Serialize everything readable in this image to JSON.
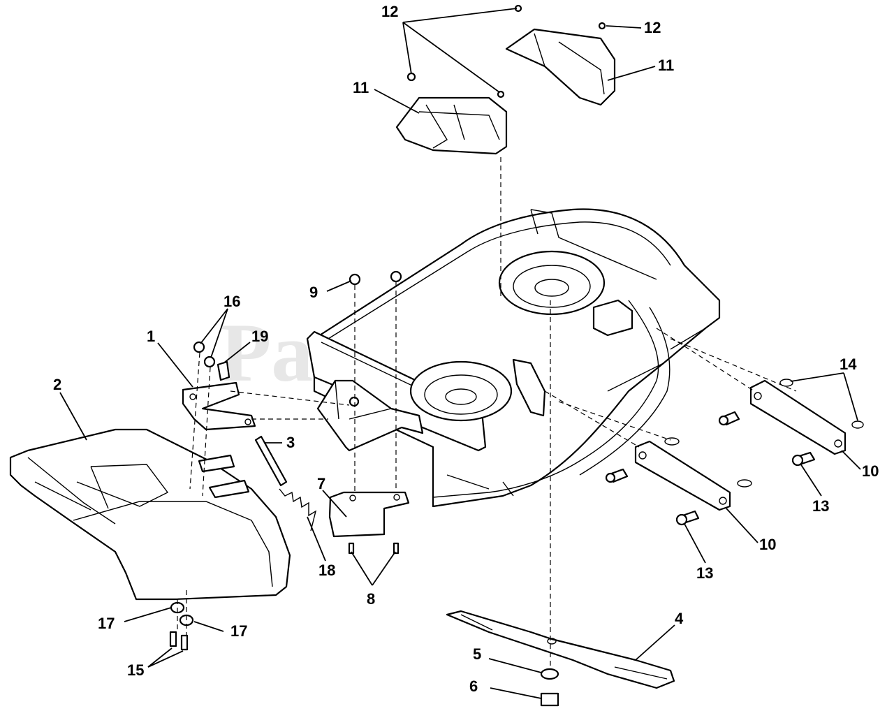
{
  "watermark": {
    "text": "PartsTree",
    "trademark": "™"
  },
  "callouts": {
    "c1": "1",
    "c2": "2",
    "c3": "3",
    "c4": "4",
    "c5": "5",
    "c6": "6",
    "c7": "7",
    "c8": "8",
    "c9": "9",
    "c10a": "10",
    "c10b": "10",
    "c11a": "11",
    "c11b": "11",
    "c12a": "12",
    "c12b": "12",
    "c13a": "13",
    "c13b": "13",
    "c14": "14",
    "c15": "15",
    "c16": "16",
    "c17a": "17",
    "c17b": "17",
    "c18": "18",
    "c19": "19"
  }
}
